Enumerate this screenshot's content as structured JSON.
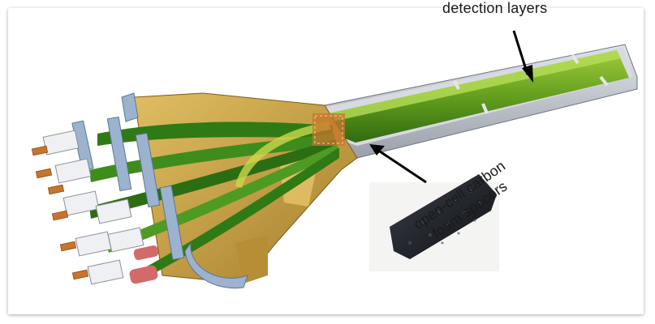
{
  "diagram": {
    "labels": {
      "detection_layers": "detection layers",
      "foam_line1": "open-cell carbon",
      "foam_line2": "foam spacers"
    },
    "colors": {
      "tube_green": "#5f9a1c",
      "tube_dark_green": "#2f6b10",
      "shell_gold": "#c9a54a",
      "shell_gray": "#c8ccd4",
      "bracket_blue": "#9bb3cf",
      "connector_orange": "#c8742c",
      "foam_black": "#1b1e24"
    }
  }
}
